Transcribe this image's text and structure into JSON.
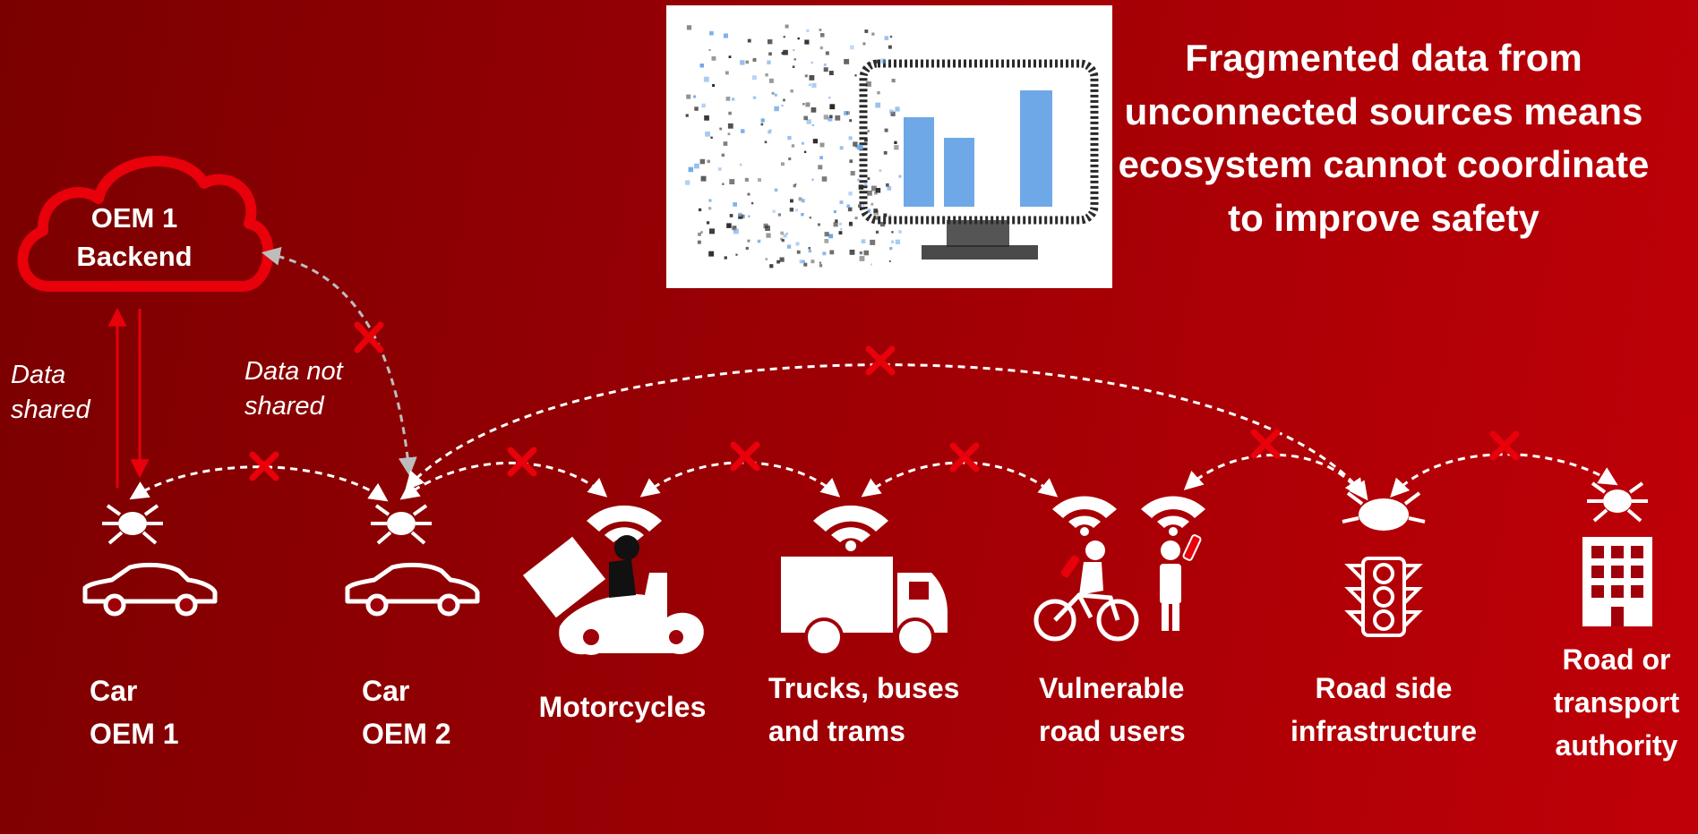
{
  "headline": "Fragmented data from unconnected sources means ecosystem cannot coordinate to improve safety",
  "cloud": {
    "label_line1": "OEM 1",
    "label_line2": "Backend"
  },
  "notes": {
    "data_shared_line1": "Data",
    "data_shared_line2": "shared",
    "data_not_shared_line1": "Data not",
    "data_not_shared_line2": "shared"
  },
  "participants": [
    {
      "line1": "Car",
      "line2": "OEM 1",
      "icon": "car-icon"
    },
    {
      "line1": "Car",
      "line2": "OEM 2",
      "icon": "car-icon"
    },
    {
      "line1": "Motorcycles",
      "line2": "",
      "icon": "motorcycle-icon"
    },
    {
      "line1": "Trucks, buses",
      "line2": "and trams",
      "icon": "truck-icon"
    },
    {
      "line1": "Vulnerable",
      "line2": "road users",
      "icon": "pedestrian-cyclist-icon"
    },
    {
      "line1": "Road side",
      "line2": "infrastructure",
      "icon": "traffic-light-icon"
    },
    {
      "line1": "Road or",
      "line2": "transport",
      "line3": "authority",
      "icon": "building-icon"
    }
  ],
  "colors": {
    "accent": "#e8000b",
    "link_gray": "#bdbdbd",
    "bar_blue": "#6fa8e6"
  }
}
